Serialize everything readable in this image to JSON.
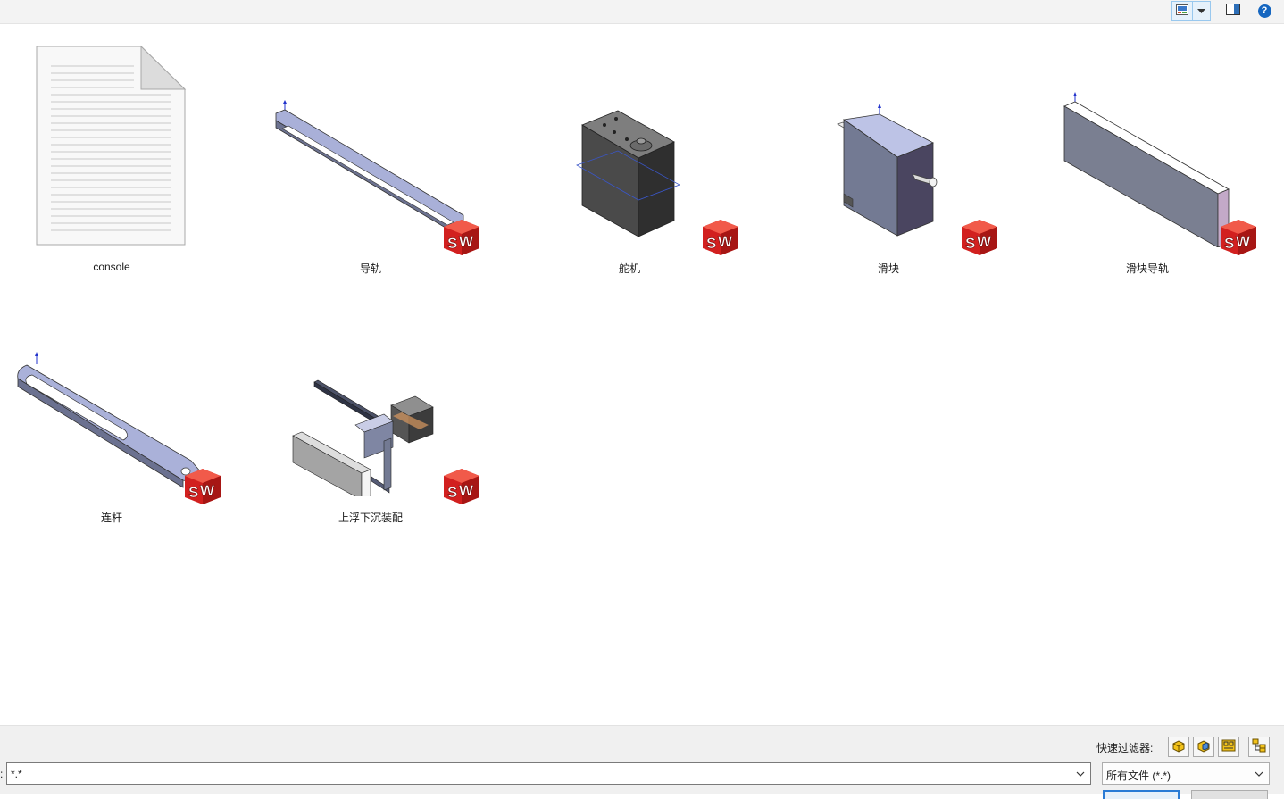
{
  "files": [
    {
      "id": "console",
      "label": "console",
      "type": "text-document"
    },
    {
      "id": "guide-rail",
      "label": "导轨",
      "type": "solidworks-part"
    },
    {
      "id": "servo",
      "label": "舵机",
      "type": "solidworks-part"
    },
    {
      "id": "slider",
      "label": "滑块",
      "type": "solidworks-part"
    },
    {
      "id": "slider-rail",
      "label": "滑块导轨",
      "type": "solidworks-part"
    },
    {
      "id": "link-rod",
      "label": "连杆",
      "type": "solidworks-part"
    },
    {
      "id": "assembly",
      "label": "上浮下沉装配",
      "type": "solidworks-assembly"
    }
  ],
  "badge": {
    "text": "SW",
    "color": "#d2201f"
  },
  "toolbar": {
    "icons": [
      "view-thumbnails-icon",
      "chevron-down-icon",
      "preview-pane-icon",
      "help-icon"
    ],
    "help_text": "?"
  },
  "bottom": {
    "quick_filter_label": "快速过滤器:",
    "quick_filters": [
      "filter-parts-icon",
      "filter-assemblies-icon",
      "filter-drawings-icon",
      "filter-top-level-assemblies-icon"
    ],
    "filename_value": "*.*",
    "left_marker": ":",
    "filetype_value": "所有文件 (*.*)"
  },
  "colors": {
    "accent": "#1566c0",
    "selection": "#99c8ee",
    "part_gray": "#737a8f"
  }
}
